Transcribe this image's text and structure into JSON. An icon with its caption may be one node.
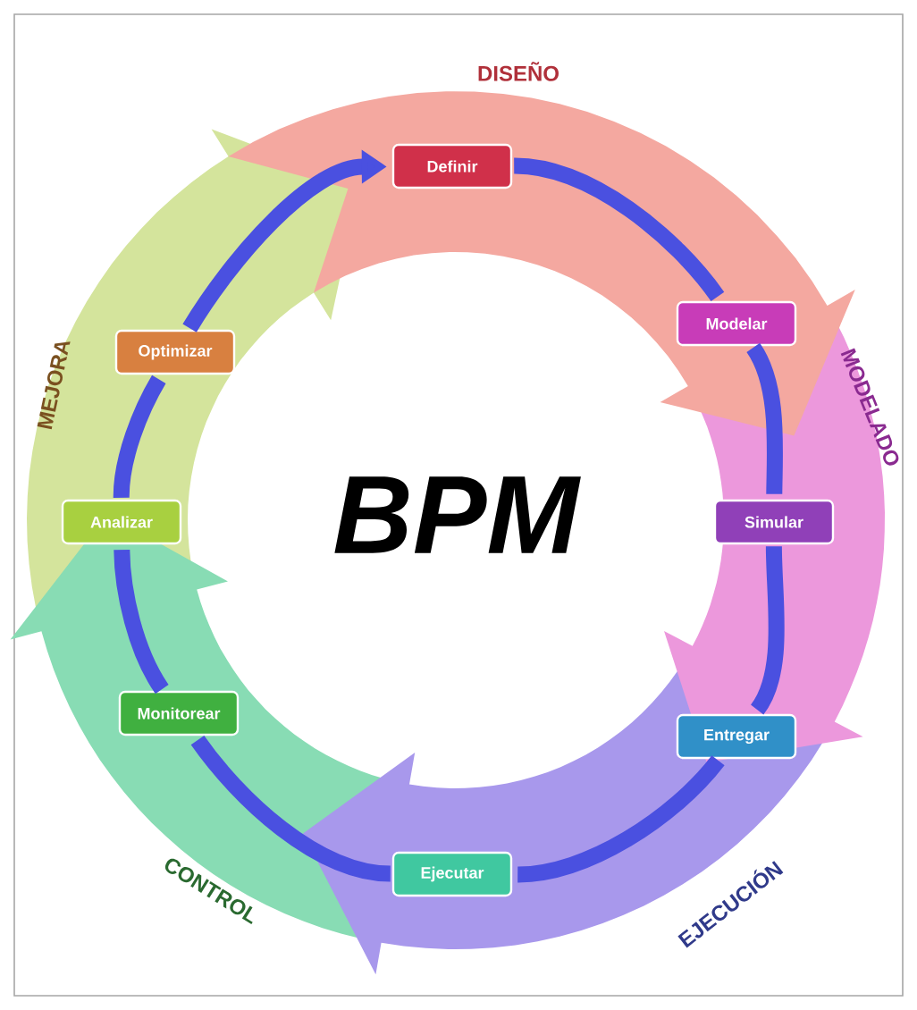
{
  "diagram": {
    "title": "BPM",
    "nodes": [
      {
        "text": [
          "Definir"
        ]
      },
      {
        "text": [
          "Modelar"
        ]
      },
      {
        "text": [
          "Simular"
        ]
      },
      {
        "text": [
          "Entregar"
        ]
      },
      {
        "text": [
          "Ejecutar"
        ]
      },
      {
        "text": [
          "Monitorear"
        ]
      },
      {
        "text": [
          "Analizar"
        ]
      },
      {
        "text": [
          "Optimizar"
        ]
      }
    ],
    "edges": [
      {
        "from": 0,
        "to": 1,
        "arrow": "none"
      },
      {
        "from": 1,
        "to": 2,
        "arrow": "none"
      },
      {
        "from": 2,
        "to": 3,
        "arrow": "none"
      },
      {
        "from": 3,
        "to": 4,
        "arrow": "none"
      },
      {
        "from": 4,
        "to": 5,
        "arrow": "none"
      },
      {
        "from": 5,
        "to": 6,
        "arrow": "none"
      },
      {
        "from": 6,
        "to": 7,
        "arrow": "none"
      },
      {
        "from": 7,
        "to": 0,
        "arrow": "to"
      }
    ],
    "labels": [
      "DISEÑO",
      "MODELADO",
      "EJECUCIÓN",
      "CONTROL",
      "MEJORA"
    ]
  }
}
